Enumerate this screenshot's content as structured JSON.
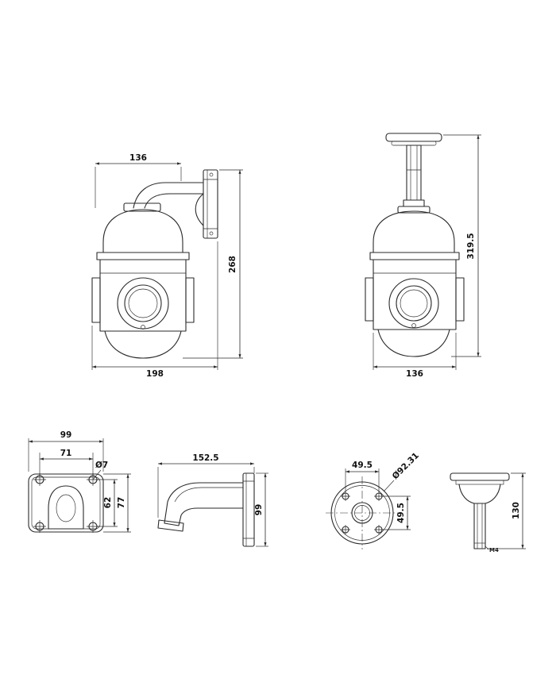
{
  "drawing": {
    "line_color": "#2a2a2a",
    "background": "#ffffff"
  },
  "views": {
    "wall_front": {
      "dim_top_width": "136",
      "dim_height": "268",
      "dim_bottom_width": "198"
    },
    "ceiling_side": {
      "dim_height": "319.5",
      "dim_width": "136"
    },
    "base_plate": {
      "dim_width": "99",
      "dim_hole_span": "71",
      "dim_hole_dia": "Ø7",
      "dim_hole_vspan": "62",
      "dim_height": "77"
    },
    "bracket_side": {
      "dim_length": "152.5",
      "dim_height": "99"
    },
    "round_base": {
      "dim_hole_span_h": "49.5",
      "dim_outer_dia": "Ø92.31",
      "dim_hole_span_v": "49.5"
    },
    "pedestal": {
      "dim_height": "130",
      "dim_thread": "M4"
    }
  }
}
